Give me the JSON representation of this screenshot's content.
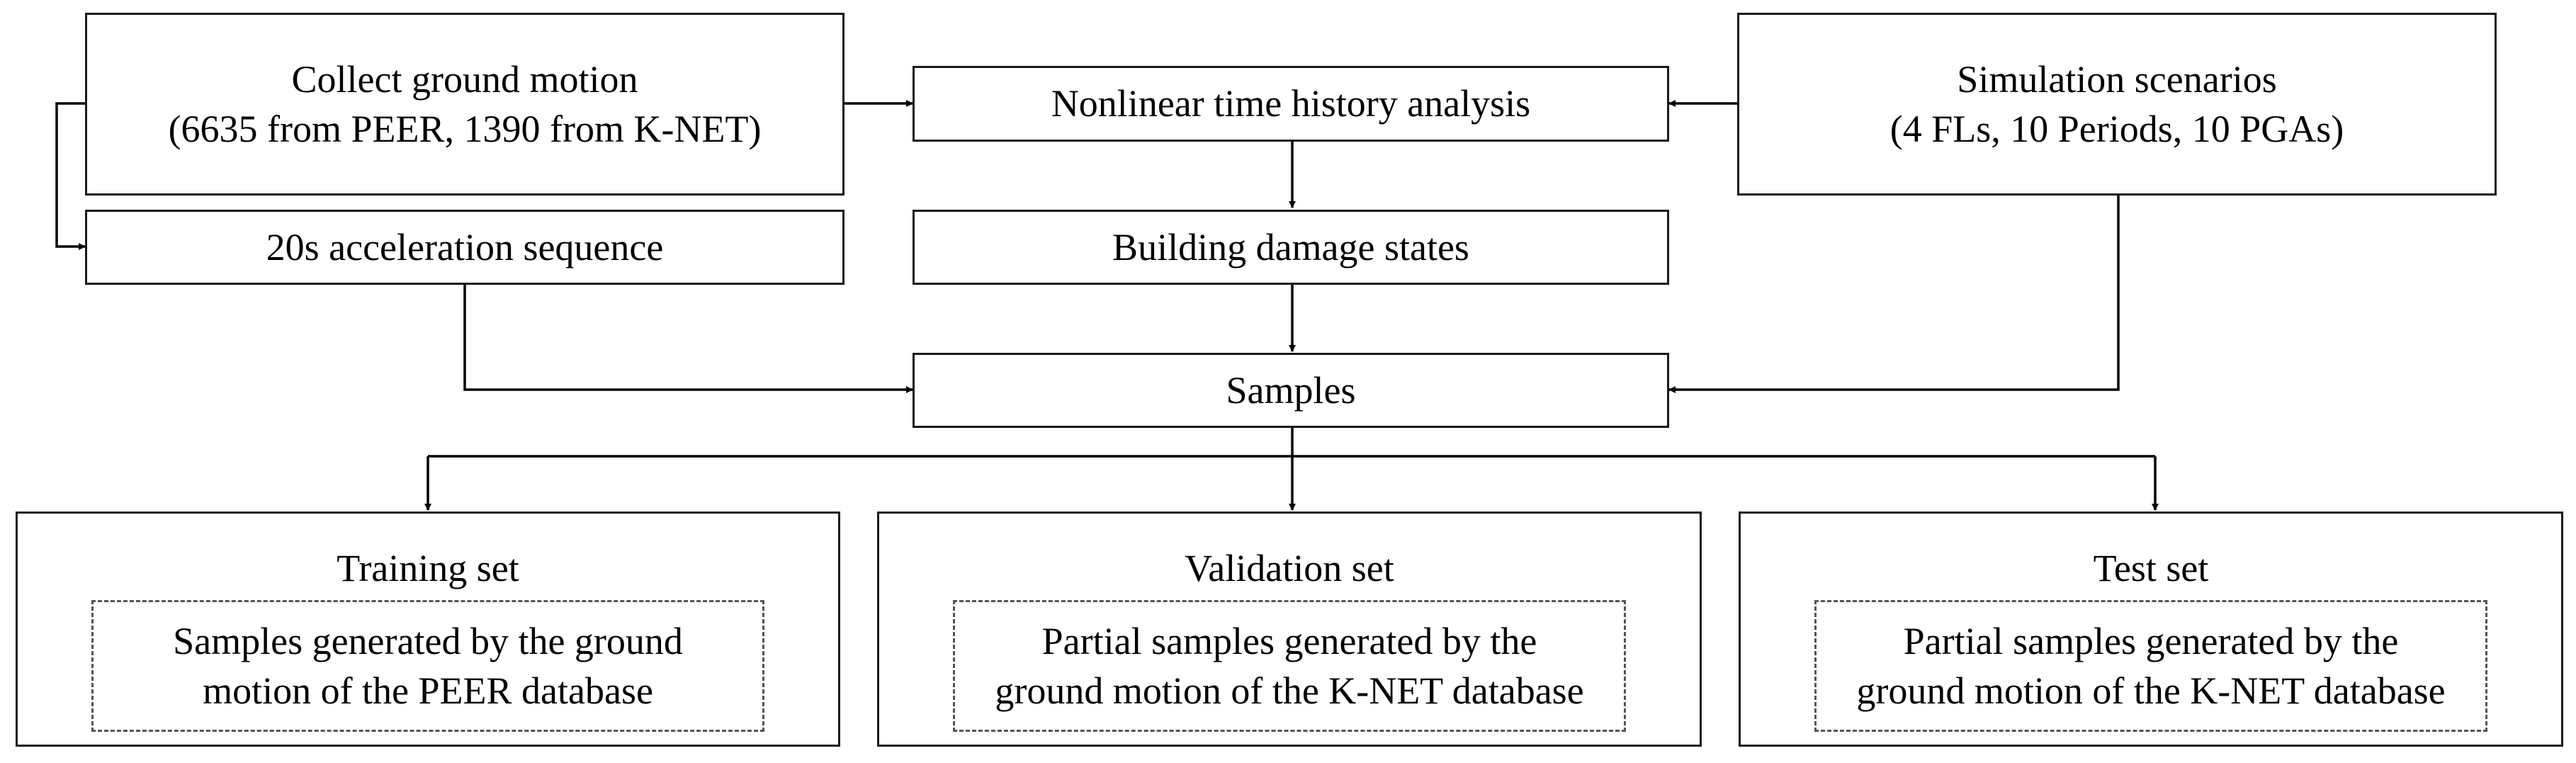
{
  "nodes": {
    "collect": {
      "line1": "Collect ground motion",
      "line2": "(6635 from PEER, 1390 from K-NET)"
    },
    "nonlinear": {
      "label": "Nonlinear time history analysis"
    },
    "simulation": {
      "line1": "Simulation scenarios",
      "line2": "(4 FLs, 10 Periods, 10 PGAs)"
    },
    "acceleration": {
      "label": "20s acceleration sequence"
    },
    "damage": {
      "label": "Building damage states"
    },
    "samples": {
      "label": "Samples"
    },
    "training": {
      "title": "Training set",
      "line1": "Samples generated by the ground",
      "line2": "motion of the PEER database"
    },
    "validation": {
      "title": "Validation set",
      "line1": "Partial samples generated by the",
      "line2": "ground motion of the K-NET database"
    },
    "test": {
      "title": "Test set",
      "line1": "Partial samples generated by the",
      "line2": "ground motion of the K-NET database"
    }
  }
}
